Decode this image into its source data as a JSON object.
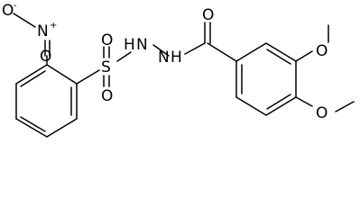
{
  "molecule": {
    "atom_labels": {
      "nitro_o_minus": "O",
      "nitro_o_minus_charge": "-",
      "nitro_n": "N",
      "nitro_n_charge": "+",
      "nitro_o_double": "O",
      "sulfonyl_s": "S",
      "sulfonyl_o_top": "O",
      "sulfonyl_o_bottom": "O",
      "hydrazide_nh_1": "H",
      "hydrazide_n_1": "N",
      "hydrazide_n_2": "N",
      "hydrazide_nh_2": "H",
      "carbonyl_o": "O",
      "methoxy_o_3": "O",
      "methoxy_o_4": "O"
    }
  }
}
